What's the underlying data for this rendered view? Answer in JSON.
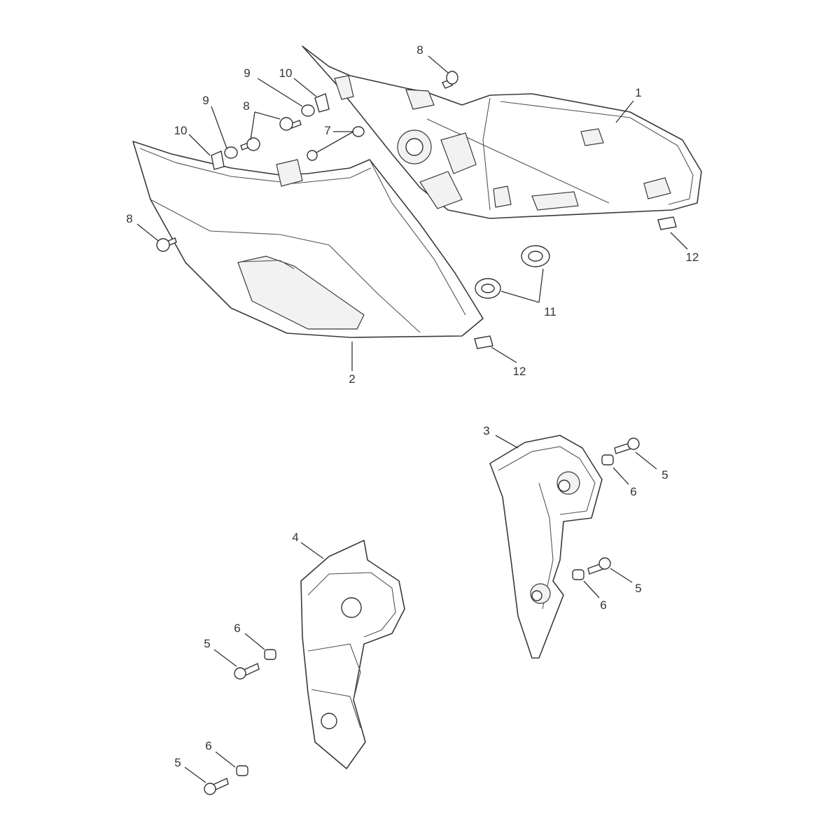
{
  "callouts": [
    {
      "id": "c1",
      "label": "1"
    },
    {
      "id": "c2",
      "label": "2"
    },
    {
      "id": "c3",
      "label": "3"
    },
    {
      "id": "c4",
      "label": "4"
    },
    {
      "id": "c5a",
      "label": "5"
    },
    {
      "id": "c5b",
      "label": "5"
    },
    {
      "id": "c5c",
      "label": "5"
    },
    {
      "id": "c5d",
      "label": "5"
    },
    {
      "id": "c6a",
      "label": "6"
    },
    {
      "id": "c6b",
      "label": "6"
    },
    {
      "id": "c6c",
      "label": "6"
    },
    {
      "id": "c6d",
      "label": "6"
    },
    {
      "id": "c7",
      "label": "7"
    },
    {
      "id": "c8a",
      "label": "8"
    },
    {
      "id": "c8b",
      "label": "8"
    },
    {
      "id": "c8c",
      "label": "8"
    },
    {
      "id": "c9a",
      "label": "9"
    },
    {
      "id": "c9b",
      "label": "9"
    },
    {
      "id": "c10a",
      "label": "10"
    },
    {
      "id": "c10b",
      "label": "10"
    },
    {
      "id": "c11",
      "label": "11"
    },
    {
      "id": "c12a",
      "label": "12"
    },
    {
      "id": "c12b",
      "label": "12"
    }
  ]
}
